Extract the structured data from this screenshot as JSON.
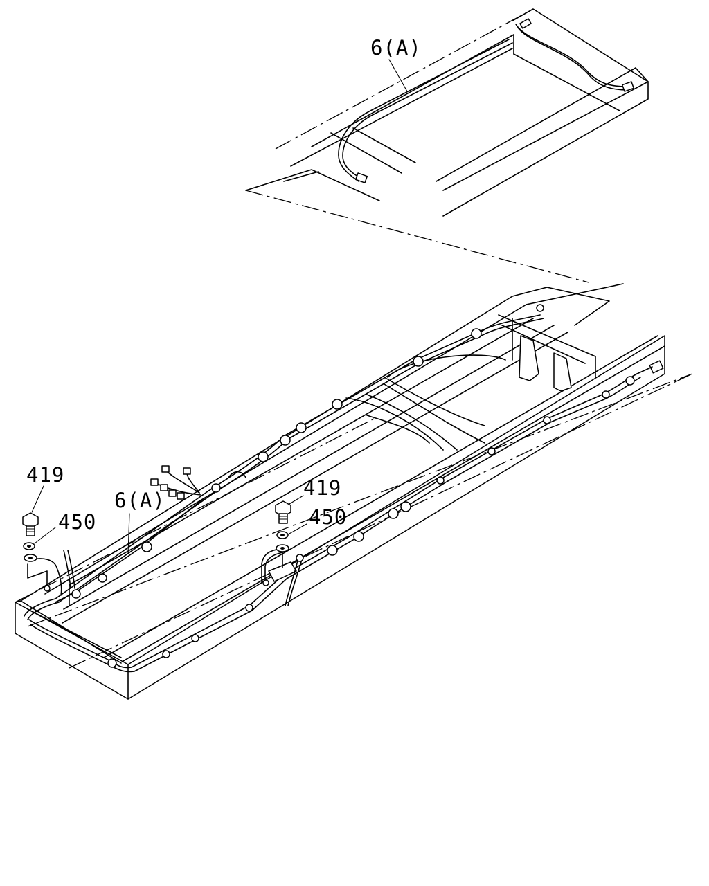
{
  "callouts": {
    "detail_harness": "6(A)",
    "main_harness": "6(A)",
    "left_bolt": "419",
    "left_washer": "450",
    "right_bolt": "419",
    "right_washer": "450"
  }
}
